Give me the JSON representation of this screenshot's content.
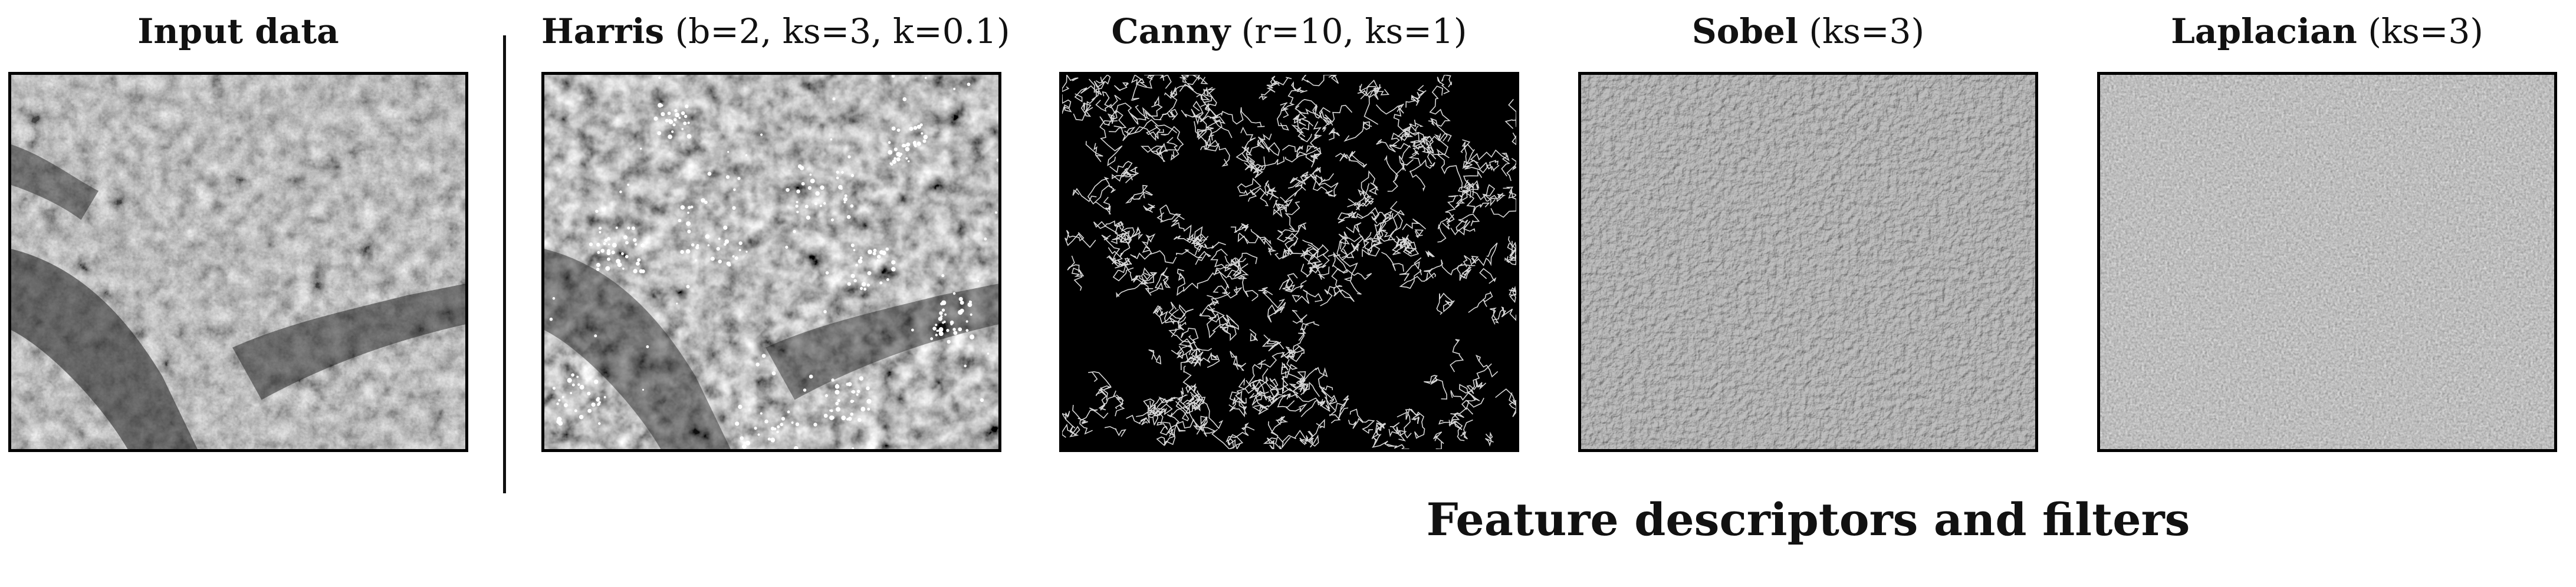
{
  "panels": [
    {
      "name": "Input data",
      "params": ""
    },
    {
      "name": "Harris",
      "params": " (b=2, ks=3, k=0.1)"
    },
    {
      "name": "Canny",
      "params": " (r=10, ks=1)"
    },
    {
      "name": "Sobel",
      "params": " (ks=3)"
    },
    {
      "name": "Laplacian",
      "params": " (ks=3)"
    }
  ],
  "group_caption": "Feature descriptors and filters",
  "colors": {
    "canny_background": "#000000",
    "canny_edges": "#d8d8d8",
    "harris_corners": "#ffffff",
    "sobel_base": "#6e6e6e",
    "laplacian_base": "#707070"
  }
}
